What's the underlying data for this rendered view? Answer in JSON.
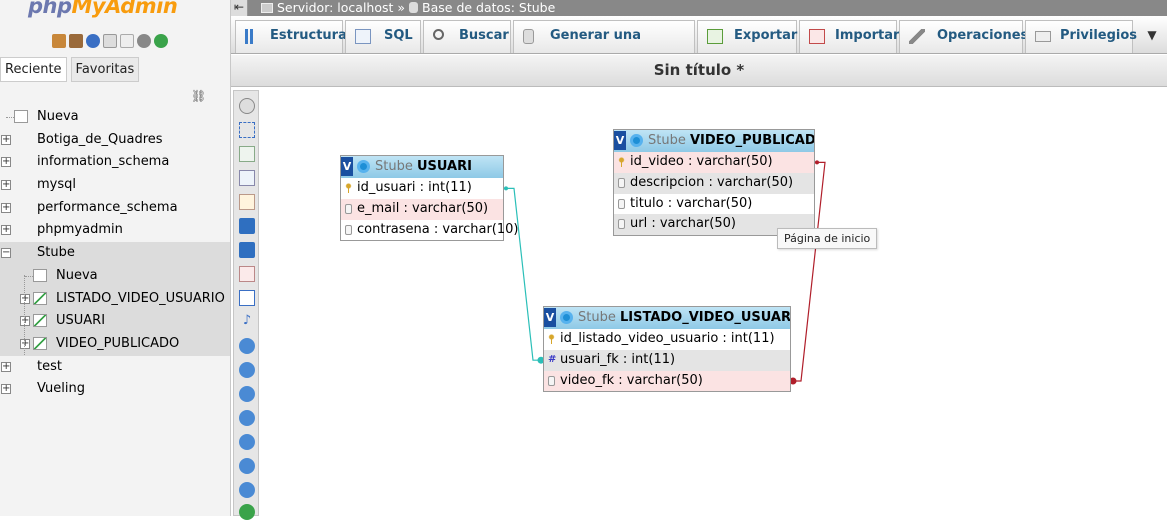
{
  "app": {
    "logo_php": "php",
    "logo_rest": "MyAdmin"
  },
  "nav": {
    "tabs": [
      "Reciente",
      "Favoritas"
    ],
    "tree": [
      {
        "label": "Nueva",
        "level": 0,
        "expander": "",
        "type": "new"
      },
      {
        "label": "Botiga_de_Quadres",
        "level": 0,
        "expander": "+",
        "type": "db"
      },
      {
        "label": "information_schema",
        "level": 0,
        "expander": "+",
        "type": "db"
      },
      {
        "label": "mysql",
        "level": 0,
        "expander": "+",
        "type": "db"
      },
      {
        "label": "performance_schema",
        "level": 0,
        "expander": "+",
        "type": "db"
      },
      {
        "label": "phpmyadmin",
        "level": 0,
        "expander": "+",
        "type": "db"
      },
      {
        "label": "Stube",
        "level": 0,
        "expander": "−",
        "type": "db",
        "selected": true
      },
      {
        "label": "Nueva",
        "level": 1,
        "expander": "",
        "type": "new",
        "selected": true
      },
      {
        "label": "LISTADO_VIDEO_USUARIO",
        "level": 1,
        "expander": "+",
        "type": "table",
        "selected": true
      },
      {
        "label": "USUARI",
        "level": 1,
        "expander": "+",
        "type": "table",
        "selected": true
      },
      {
        "label": "VIDEO_PUBLICADO",
        "level": 1,
        "expander": "+",
        "type": "table",
        "selected": true
      },
      {
        "label": "test",
        "level": 0,
        "expander": "+",
        "type": "db"
      },
      {
        "label": "Vueling",
        "level": 0,
        "expander": "+",
        "type": "db"
      }
    ]
  },
  "breadcrumb": {
    "server": "Servidor: localhost",
    "sep": "»",
    "database": "Base de datos: Stube"
  },
  "menu": [
    {
      "label": "Estructura",
      "icon": "structure-icon"
    },
    {
      "label": "SQL",
      "icon": "sql-icon"
    },
    {
      "label": "Buscar",
      "icon": "search-icon"
    },
    {
      "label": "Generar una consulta",
      "icon": "query-icon"
    },
    {
      "label": "Exportar",
      "icon": "export-icon"
    },
    {
      "label": "Importar",
      "icon": "import-icon"
    },
    {
      "label": "Operaciones",
      "icon": "wrench-icon"
    },
    {
      "label": "Privilegios",
      "icon": "privileges-icon"
    }
  ],
  "designer": {
    "title": "Sin título *",
    "tooltip": "Página de inicio",
    "tables": [
      {
        "db": "Stube",
        "name": "USUARI",
        "columns": [
          {
            "text": "id_usuari : int(11)",
            "kind": "key",
            "bg": "white"
          },
          {
            "text": "e_mail : varchar(50)",
            "kind": "col",
            "bg": "pink"
          },
          {
            "text": "contrasena : varchar(10)",
            "kind": "col",
            "bg": "white"
          }
        ]
      },
      {
        "db": "Stube",
        "name": "VIDEO_PUBLICADO",
        "columns": [
          {
            "text": "id_video : varchar(50)",
            "kind": "key",
            "bg": "pink"
          },
          {
            "text": "descripcion : varchar(50)",
            "kind": "col",
            "bg": "gray"
          },
          {
            "text": "titulo : varchar(50)",
            "kind": "col",
            "bg": "white"
          },
          {
            "text": "url : varchar(50)",
            "kind": "col",
            "bg": "gray"
          }
        ]
      },
      {
        "db": "Stube",
        "name": "LISTADO_VIDEO_USUARIO",
        "columns": [
          {
            "text": "id_listado_video_usuario : int(11)",
            "kind": "key",
            "bg": "white"
          },
          {
            "text": "usuari_fk : int(11)",
            "kind": "num",
            "bg": "gray"
          },
          {
            "text": "video_fk : varchar(50)",
            "kind": "col",
            "bg": "pink"
          }
        ]
      }
    ],
    "relations": [
      {
        "from": "USUARI.id_usuari",
        "to": "LISTADO_VIDEO_USUARIO.usuari_fk",
        "color": "#2bbfb8"
      },
      {
        "from": "VIDEO_PUBLICADO.id_video",
        "to": "LISTADO_VIDEO_USUARIO.video_fk",
        "color": "#b01e2a"
      }
    ]
  },
  "colors": {
    "tab_text": "#235a81",
    "logo_php": "#6c78af",
    "logo_rest": "#f89c0e",
    "table_header": "#9fd3ec"
  }
}
